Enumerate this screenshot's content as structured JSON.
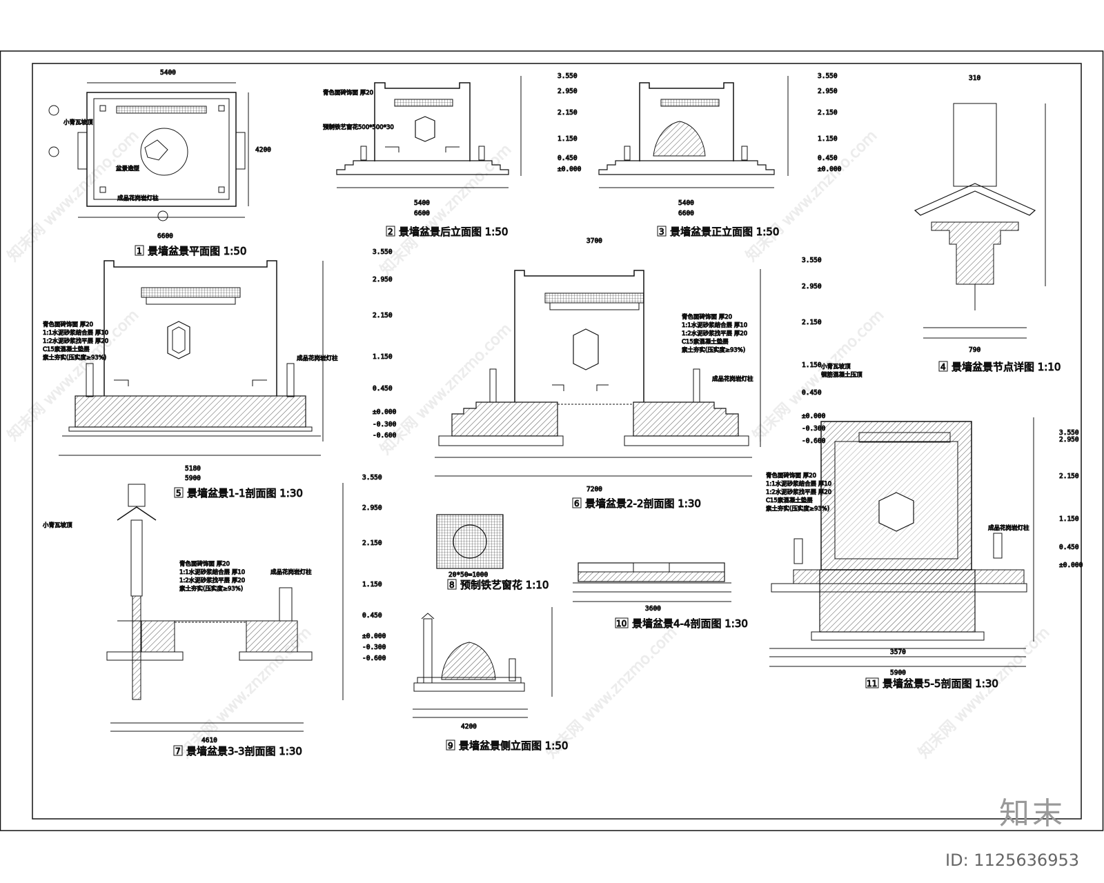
{
  "titles": {
    "t1": {
      "num": "1",
      "text": "景墙盆景平面图 1:50"
    },
    "t2": {
      "num": "2",
      "text": "景墙盆景后立面图 1:50"
    },
    "t3": {
      "num": "3",
      "text": "景墙盆景正立面图 1:50"
    },
    "t4": {
      "num": "4",
      "text": "景墙盆景节点详图 1:10"
    },
    "t5": {
      "num": "5",
      "text": "景墙盆景1-1剖面图 1:30"
    },
    "t6": {
      "num": "6",
      "text": "景墙盆景2-2剖面图 1:30"
    },
    "t7": {
      "num": "7",
      "text": "景墙盆景3-3剖面图 1:30"
    },
    "t8": {
      "num": "8",
      "text": "预制铁艺窗花 1:10"
    },
    "t9": {
      "num": "9",
      "text": "景墙盆景侧立面图 1:50"
    },
    "t10": {
      "num": "10",
      "text": "景墙盆景4-4剖面图 1:30"
    },
    "t11": {
      "num": "11",
      "text": "景墙盆景5-5剖面图 1:30"
    }
  },
  "dims": {
    "p1_top": "5400",
    "p1_bot": "6600",
    "p1_side": "4200",
    "p2_a": "5400",
    "p2_b": "6600",
    "p3_a": "5400",
    "p3_b": "6600",
    "p4_top": "310",
    "p4_bot": "790",
    "p5_a": "5180",
    "p5_b": "5900",
    "p6_top": "3700",
    "p6_bot": "7200",
    "p7_bot": "4610",
    "p8_a": "20*50=1000",
    "p9_bot": "4200",
    "p10_bot": "3600",
    "p11_bot": "5900",
    "p11_mid": "3570"
  },
  "elevations": [
    "3.550",
    "2.950",
    "2.150",
    "1.150",
    "0.450",
    "±0.000",
    "-0.300",
    "-0.600"
  ],
  "notes": {
    "n1": "青色面砖饰面 厚20",
    "n2": "1:1水泥砂浆结合层 厚10",
    "n3": "1:2水泥砂浆找平层 厚20",
    "n4": "素土夯实(压实度≥93%)",
    "n5": "C15素混凝土垫层",
    "n6": "小青瓦坡顶",
    "n7": "成品花岗岩灯柱",
    "n8": "预制铁艺窗花500*500*30",
    "n9": "盆景造型",
    "n10": "钢筋混凝土压顶"
  },
  "watermark": "知末网 www.znzmo.com",
  "brand": "知末",
  "id_label": "ID: 1125636953"
}
